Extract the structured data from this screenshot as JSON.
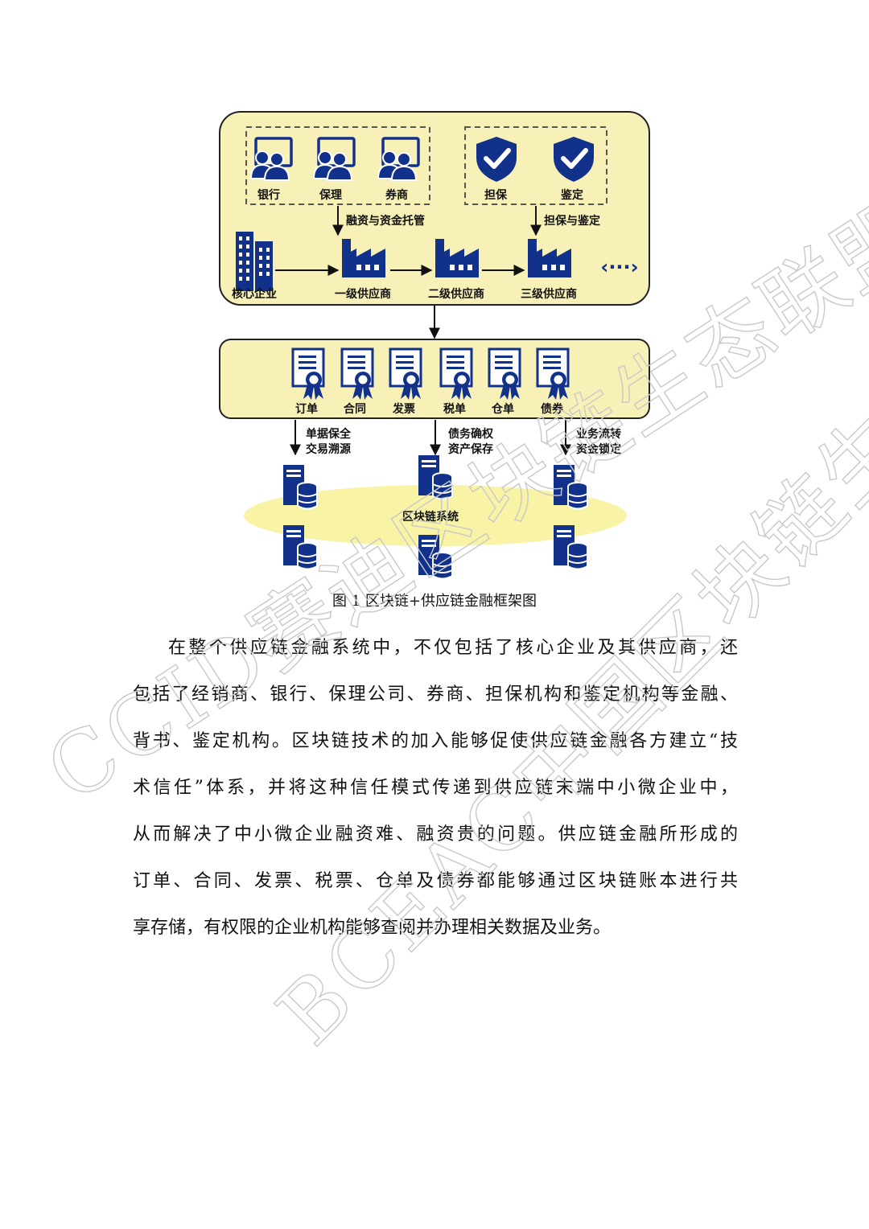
{
  "diagram": {
    "financial_group": [
      "银行",
      "保理",
      "券商"
    ],
    "guarantee_group": [
      "担保",
      "鉴定"
    ],
    "arrow_financing": "融资与资金托管",
    "arrow_guarantee": "担保与鉴定",
    "core_enterprise": "核心企业",
    "suppliers": [
      "一级供应商",
      "二级供应商",
      "三级供应商"
    ],
    "documents": [
      "订单",
      "合同",
      "发票",
      "税单",
      "仓单",
      "债券"
    ],
    "flow_labels": [
      [
        "单据保全",
        "交易溯源"
      ],
      [
        "债务确权",
        "资产保存"
      ],
      [
        "业务流转",
        "资金锁定"
      ]
    ],
    "blockchain_label": "区块链系统",
    "more_symbol": "‹···›"
  },
  "caption": "图 1  区块链+供应链金融框架图",
  "paragraph_lines": [
    "在整个供应链金融系统中，不仅包括了核心企业及其供应商，还",
    "包括了经销商、银行、保理公司、券商、担保机构和鉴定机构等金融、",
    "背书、鉴定机构。区块链技术的加入能够促使供应链金融各方建立“技",
    "术信任”体系，并将这种信任模式传递到供应链末端中小微企业中，",
    "从而解决了中小微企业融资难、融资贵的问题。供应链金融所形成的",
    "订单、合同、发票、税票、仓单及债券都能够通过区块链账本进行共",
    "享存储，有权限的企业机构能够查阅并办理相关数据及业务。"
  ],
  "watermark": [
    "CCID赛迪区块链生态联盟",
    "BCEAC中国区块链生态联盟"
  ],
  "colors": {
    "panel_fill": "#f7f1b8",
    "icon_blue": "#12318a",
    "ellipse_fill": "#f9f3a6"
  }
}
